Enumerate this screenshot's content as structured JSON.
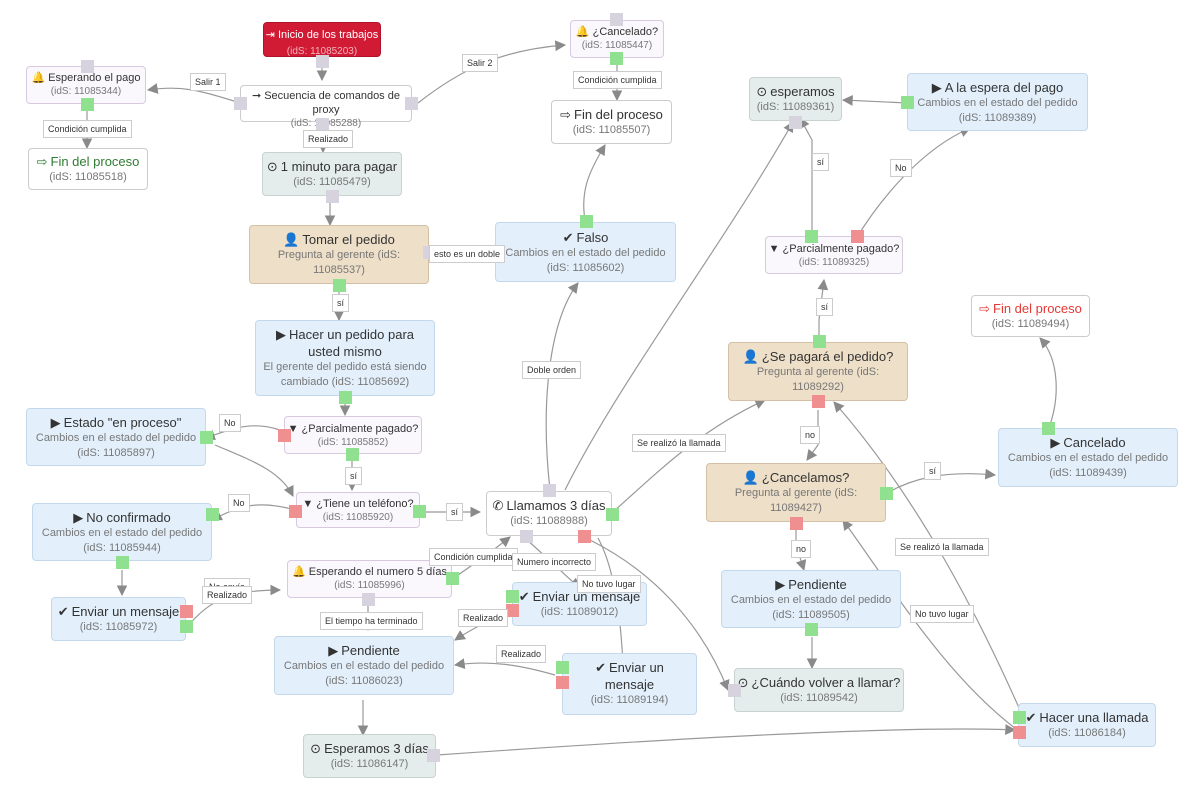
{
  "nodes": {
    "inicio": {
      "title": "Inicio de los trabajos",
      "id": "(idS: 11085203)"
    },
    "secuencia": {
      "title": "Secuencia de comandos de proxy",
      "id": "(idS: 11085288)"
    },
    "esperando_pago": {
      "title": "Esperando el pago",
      "id": "(idS: 11085344)"
    },
    "fin_1": {
      "title": "Fin del proceso",
      "id": "(idS: 11085518)"
    },
    "un_minuto": {
      "title": "1 minuto para pagar",
      "id": "(idS: 11085479)"
    },
    "cancelado_q": {
      "title": "¿Cancelado?",
      "id": "(idS: 11085447)"
    },
    "fin_2": {
      "title": "Fin del proceso",
      "id": "(idS: 11085507)"
    },
    "tomar": {
      "title": "Tomar el pedido",
      "sub": "Pregunta al gerente (idS: 11085537)"
    },
    "falso": {
      "title": "Falso",
      "sub": "Cambios en el estado del pedido",
      "id": "(idS: 11085602)"
    },
    "hacer_pedido": {
      "title": "Hacer un pedido para usted mismo",
      "sub": "El gerente del pedido está siendo cambiado (idS: 11085692)"
    },
    "estado_proceso": {
      "title": "Estado \"en proceso\"",
      "sub": "Cambios en el estado del pedido",
      "id": "(idS: 11085897)"
    },
    "parcial_1": {
      "title": "¿Parcialmente pagado?",
      "id": "(idS: 11085852)"
    },
    "tiene_tel": {
      "title": "¿Tiene un teléfono?",
      "id": "(idS: 11085920)"
    },
    "no_confirmado": {
      "title": "No confirmado",
      "sub": "Cambios en el estado del pedido",
      "id": "(idS: 11085944)"
    },
    "llamamos": {
      "title": "Llamamos 3 días",
      "id": "(idS: 11088988)"
    },
    "esperando_num": {
      "title": "Esperando el numero 5 días",
      "id": "(idS: 11085996)"
    },
    "enviar_1": {
      "title": "Enviar un mensaje",
      "id": "(idS: 11085972)"
    },
    "enviar_2": {
      "title": "Enviar un mensaje",
      "id": "(idS: 11089012)"
    },
    "pendiente_1": {
      "title": "Pendiente",
      "sub": "Cambios en el estado del pedido",
      "id": "(idS: 11086023)"
    },
    "enviar_3": {
      "title": "Enviar un mensaje",
      "id": "(idS: 11089194)"
    },
    "esperamos_3": {
      "title": "Esperamos 3 días",
      "id": "(idS: 11086147)"
    },
    "esperamos": {
      "title": "esperamos",
      "id": "(idS: 11089361)"
    },
    "a_la_espera": {
      "title": "A la espera del pago",
      "sub": "Cambios en el estado del pedido",
      "id": "(idS: 11089389)"
    },
    "parcial_2": {
      "title": "¿Parcialmente pagado?",
      "id": "(idS: 11089325)"
    },
    "fin_3": {
      "title": "Fin del proceso",
      "id": "(idS: 11089494)"
    },
    "se_pagara": {
      "title": "¿Se pagará el pedido?",
      "sub": "Pregunta al gerente (idS: 11089292)"
    },
    "cancelado": {
      "title": "Cancelado",
      "sub": "Cambios en el estado del pedido",
      "id": "(idS: 11089439)"
    },
    "cancelamos": {
      "title": "¿Cancelamos?",
      "sub": "Pregunta al gerente (idS: 11089427)"
    },
    "pendiente_2": {
      "title": "Pendiente",
      "sub": "Cambios en el estado del pedido",
      "id": "(idS: 11089505)"
    },
    "cuando": {
      "title": "¿Cuándo volver a llamar?",
      "id": "(idS: 11089542)"
    },
    "hacer_llamada": {
      "title": "Hacer una llamada",
      "id": "(idS: 11086184)"
    }
  },
  "labels": {
    "salir1": "Salir 1",
    "salir2": "Salir 2",
    "cond1": "Condición cumplida",
    "cond2": "Condición cumplida",
    "cond3": "Condición cumplida",
    "realizado1": "Realizado",
    "realizado2": "Realizado",
    "realizado3": "Realizado",
    "realizado4": "Realizado",
    "si1": "sí",
    "si2": "sí",
    "si3": "sí",
    "si4": "sí",
    "si5": "sí",
    "si6": "sí",
    "no1": "No",
    "no2": "No",
    "no3": "No",
    "no4": "no",
    "no5": "no",
    "esto": "esto es un doble",
    "doble": "Doble orden",
    "numero_inc": "Numero incorrecto",
    "no_tuvo1": "No tuvo lugar",
    "no_tuvo2": "No tuvo lugar",
    "tiempo": "El tiempo ha terminado",
    "no_envio": "No envío",
    "se_realizo1": "Se realizó la llamada",
    "se_realizo2": "Se realizó la llamada"
  },
  "icons": {
    "flag": "sign-in-icon",
    "bell": "bell-icon",
    "arrow": "long-arrow-right-icon",
    "signout": "sign-out-icon",
    "clock": "clock-icon",
    "user": "user-icon",
    "check": "check-icon",
    "play": "play-icon",
    "filter": "filter-icon",
    "phone": "phone-slash-icon"
  },
  "colors": {
    "start_node": "#d11b35",
    "question_node": "#eedfc8",
    "status_node": "#e3f0fc",
    "timer_node": "#e5edec",
    "port_yes": "#8fe08f",
    "port_no": "#ef8f8f",
    "port_neutral": "#d6d2de",
    "end_green": "#2e7d32",
    "end_red": "#e53935"
  }
}
